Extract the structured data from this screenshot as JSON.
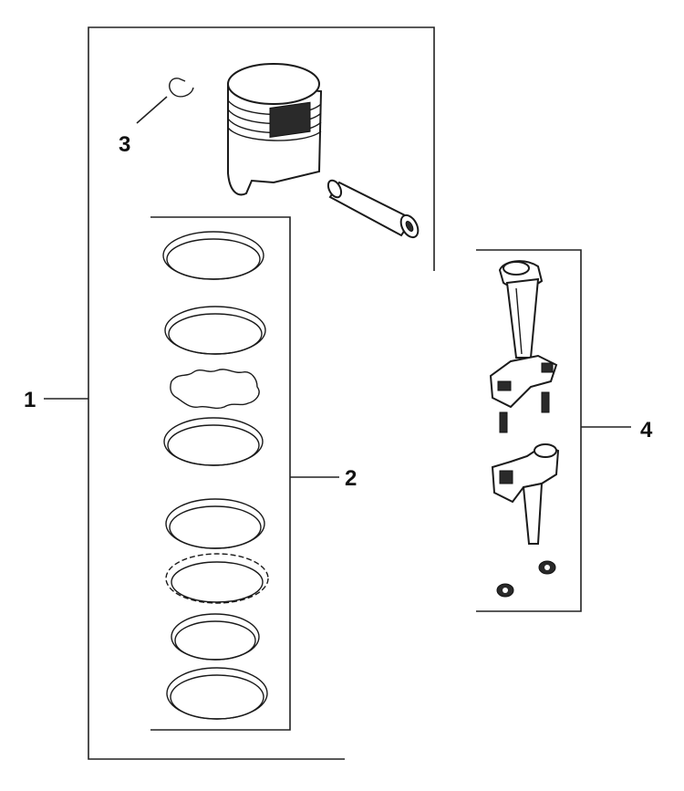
{
  "callouts": {
    "piston_assembly": "1",
    "piston_rings": "2",
    "wrist_pin_clip": "3",
    "connecting_rod": "4"
  },
  "icons": {
    "piston": "piston-icon",
    "wrist_pin": "wrist-pin-icon",
    "retaining_clip": "retaining-clip-icon",
    "ring": "piston-ring-icon",
    "connecting_rod": "connecting-rod-icon"
  },
  "colors": {
    "line": "#222222",
    "background": "#ffffff"
  }
}
